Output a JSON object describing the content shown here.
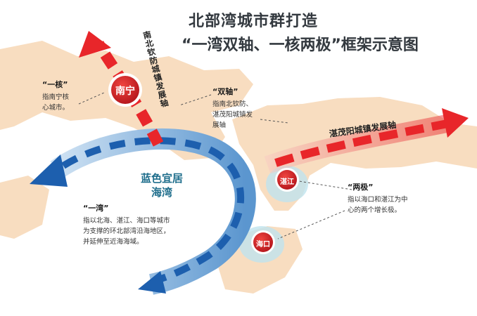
{
  "title": {
    "line1": "北部湾城市群打造",
    "line2": "“一湾双轴、一核两极”框架示意图"
  },
  "cities": {
    "nanning": "南宁",
    "zhanjiang": "湛江",
    "haikou": "海口"
  },
  "axes": {
    "north": "南北钦防城镇发展轴",
    "east": "湛茂阳城镇发展轴"
  },
  "bay": {
    "line1": "蓝色宜居",
    "line2": "海湾"
  },
  "callouts": {
    "core": {
      "title": "“一核”",
      "lines": [
        "指南宁核",
        "心城市。"
      ]
    },
    "two_axes": {
      "title": "“双轴”",
      "lines": [
        "指南北钦防、",
        "湛茂阳城镇发",
        "展轴"
      ]
    },
    "one_bay": {
      "title": "“一湾”",
      "lines": [
        "指以北海、湛江、海口等城市",
        "为支撑的环北部湾沿海地区，",
        "并延伸至近海海域。"
      ]
    },
    "two_poles": {
      "title": "“两极”",
      "lines": [
        "指以海口和湛江为中",
        "心的两个增长极。"
      ]
    }
  },
  "colors": {
    "red_axis": "#e8262a",
    "blue_arc": "#1d5fae",
    "land": "#f8ddc0",
    "sea": "#eaf3fa",
    "city_fill": "#d9232b"
  }
}
